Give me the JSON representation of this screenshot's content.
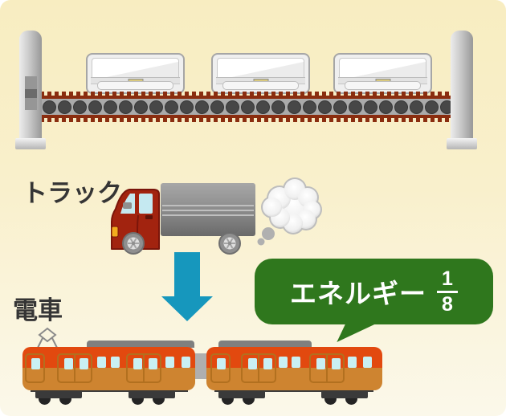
{
  "labels": {
    "truck": "トラック",
    "train": "電車"
  },
  "speech_bubble": {
    "text": "エネルギー",
    "fraction": {
      "numerator": "1",
      "denominator": "8"
    }
  },
  "icons": {
    "top_scene": "conveyor-belt-carrying-air-conditioners",
    "truck": "red-cab-truck-with-gray-cargo-box",
    "smoke": "exhaust-smoke-cloud",
    "arrow": "teal-down-arrow",
    "train": "two-car-orange-electric-train-with-pantograph"
  },
  "colors": {
    "background_top": "#F8EDC1",
    "background_bottom": "#FBF8EA",
    "bubble_green": "#2F771D",
    "bubble_text": "#FFFFFF",
    "arrow_teal": "#1697BD",
    "truck_red": "#A2230F",
    "cargo_gray": "#8F8F8F",
    "belt_brown": "#8A2D0F",
    "train_upper_orange": "#E2490F",
    "train_lower_orange": "#CE8430",
    "window_blue": "#C9F0F3",
    "label_text": "#353535"
  }
}
